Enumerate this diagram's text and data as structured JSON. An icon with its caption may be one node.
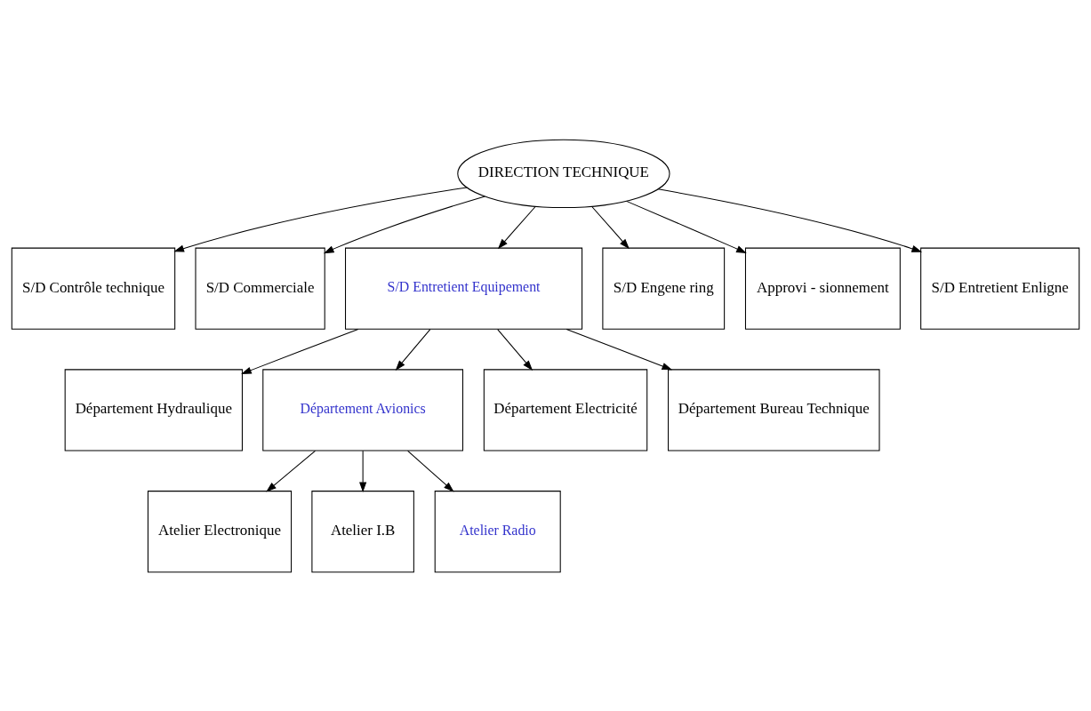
{
  "diagram": {
    "nodes": [
      {
        "text": [
          "DIRECTION TECHNIQUE"
        ]
      },
      {
        "text": [
          "S/D Contrôle technique"
        ]
      },
      {
        "text": [
          "S/D Commerciale"
        ]
      },
      {
        "text": [
          "S/D Entretient Equipement"
        ]
      },
      {
        "text": [
          "S/D Engene ring"
        ]
      },
      {
        "text": [
          "Approvi - sionnement"
        ]
      },
      {
        "text": [
          "S/D Entretient Enligne"
        ]
      },
      {
        "text": [
          "Département Hydraulique"
        ]
      },
      {
        "text": [
          "Département Avionics"
        ]
      },
      {
        "text": [
          "Département Electricité"
        ]
      },
      {
        "text": [
          "Département Bureau Technique"
        ]
      },
      {
        "text": [
          "Atelier Electronique"
        ]
      },
      {
        "text": [
          "Atelier I.B"
        ]
      },
      {
        "text": [
          "Atelier Radio"
        ]
      }
    ],
    "edges": [
      {
        "from": 0,
        "to": 1,
        "arrow": "to"
      },
      {
        "from": 0,
        "to": 2,
        "arrow": "to"
      },
      {
        "from": 0,
        "to": 3,
        "arrow": "to"
      },
      {
        "from": 0,
        "to": 4,
        "arrow": "to"
      },
      {
        "from": 0,
        "to": 5,
        "arrow": "to"
      },
      {
        "from": 0,
        "to": 6,
        "arrow": "to"
      },
      {
        "from": 3,
        "to": 7,
        "arrow": "to"
      },
      {
        "from": 3,
        "to": 8,
        "arrow": "to"
      },
      {
        "from": 3,
        "to": 9,
        "arrow": "to"
      },
      {
        "from": 3,
        "to": 10,
        "arrow": "to"
      },
      {
        "from": 8,
        "to": 11,
        "arrow": "to"
      },
      {
        "from": 8,
        "to": 12,
        "arrow": "to"
      },
      {
        "from": 8,
        "to": 13,
        "arrow": "to"
      }
    ]
  }
}
